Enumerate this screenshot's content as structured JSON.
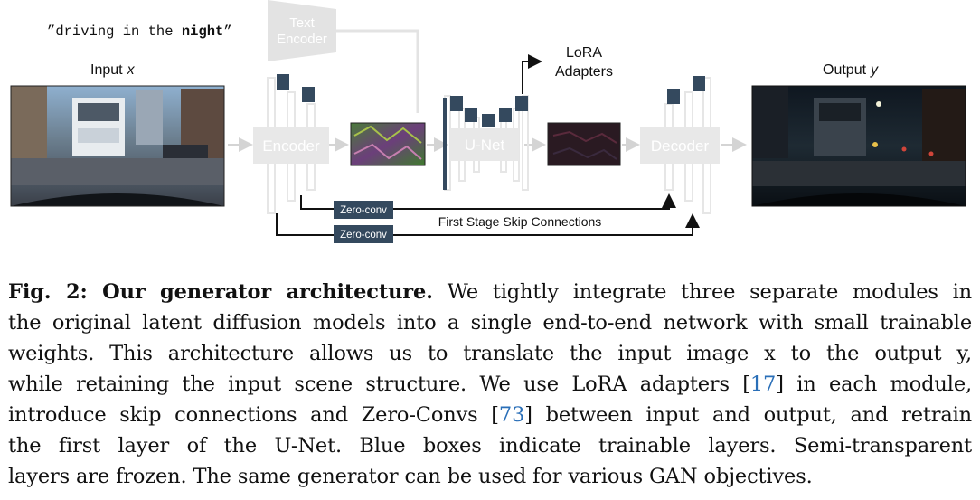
{
  "figure": {
    "prompt": {
      "open_quote": "”",
      "before": "driving in the ",
      "bold": "night",
      "close_quote": "”"
    },
    "text_encoder": [
      "Text",
      "Encoder"
    ],
    "input_label": "Input",
    "input_var": "x",
    "output_label": "Output",
    "output_var": "y",
    "encoder": "Encoder",
    "unet": "U-Net",
    "decoder": "Decoder",
    "lora": [
      "LoRA",
      "Adapters"
    ],
    "zero_conv_1": "Zero-conv",
    "zero_conv_2": "Zero-conv",
    "skip_label": "First Stage Skip Connections",
    "colors": {
      "trainable": "#34495e",
      "frozen": "#d9d9d9",
      "arrow": "#111111",
      "cite": "#2a6fb8"
    }
  },
  "caption": {
    "label": "Fig. 2: Our generator architecture.",
    "line1": "We tightly integrate three separate modules in",
    "line2": "the original latent diffusion models into a single end-to-end network with small trainable",
    "line3": "weights. This architecture allows us to translate the input image x to the output y,",
    "line4a": "while retaining the input scene structure. We use LoRA adapters [",
    "ref1": "17",
    "line4b": "] in each module,",
    "line5a": "introduce skip connections and Zero-Convs [",
    "ref2": "73",
    "line5b": "] between input and output, and retrain",
    "line6": "the first layer of the U-Net. Blue boxes indicate trainable layers. Semi-transparent",
    "line7": "layers are frozen. The same generator can be used for various GAN objectives."
  }
}
